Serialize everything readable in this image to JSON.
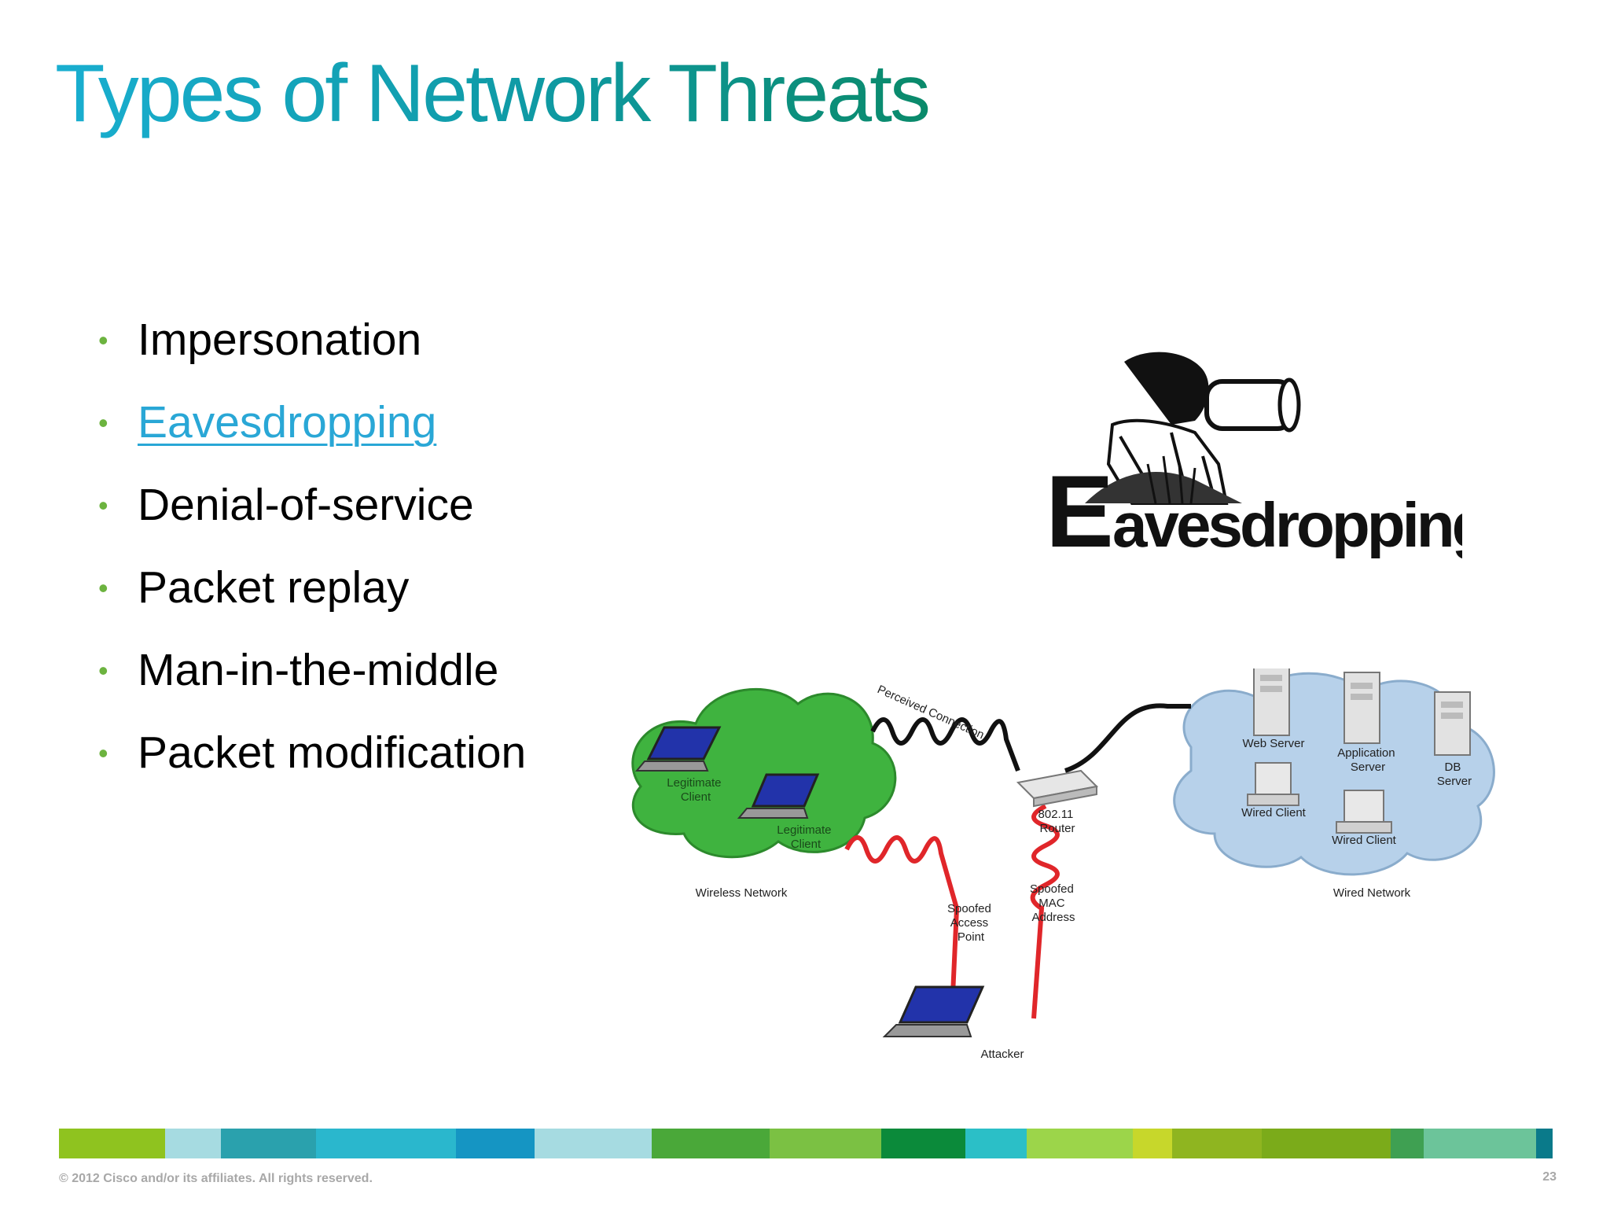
{
  "slide": {
    "title": "Types of Network Threats",
    "bullets": [
      {
        "label": "Impersonation",
        "link": false
      },
      {
        "label": "Eavesdropping",
        "link": true
      },
      {
        "label": "Denial-of-service",
        "link": false
      },
      {
        "label": "Packet replay",
        "link": false
      },
      {
        "label": "Man-in-the-middle",
        "link": false
      },
      {
        "label": "Packet modification",
        "link": false
      }
    ]
  },
  "eaves_graphic": {
    "word": "avesdropping",
    "initial": "E"
  },
  "diagram": {
    "perceived_connection": "Perceived Connection",
    "legit_client_1": [
      "Legitimate",
      "Client"
    ],
    "legit_client_2": [
      "Legitimate",
      "Client"
    ],
    "router": [
      "802.11",
      "Router"
    ],
    "web_server": "Web Server",
    "app_server": [
      "Application",
      "Server"
    ],
    "db_server": [
      "DB",
      "Server"
    ],
    "wired_client_1": "Wired Client",
    "wired_client_2": "Wired Client",
    "wireless_network": "Wireless Network",
    "wired_network": "Wired Network",
    "spoofed_ap": [
      "Spoofed",
      "Access",
      "Point"
    ],
    "spoofed_mac": [
      "Spoofed",
      "MAC",
      "Address"
    ],
    "attacker": "Attacker"
  },
  "footer": {
    "copyright": "© 2012 Cisco and/or its affiliates. All rights reserved.",
    "page_number": "23"
  },
  "colors": {
    "title_start": "#19aed0",
    "title_end": "#0a8a6a",
    "bullet": "#6cb33f",
    "link": "#29a7d6",
    "wireless_cloud": "#3fb33f",
    "wired_cloud": "#b7d1ea",
    "threat_wave": "#e0262a",
    "color_bar": [
      "#8fc31f",
      "#a6dbe1",
      "#2aa1ad",
      "#2ab7cd",
      "#1595c3",
      "#a6dbe1",
      "#4aa839",
      "#7bc143",
      "#0b8a3a",
      "#2bbfc7",
      "#9cd54a",
      "#c7d72b",
      "#8fb520",
      "#7bab1a",
      "#3fa052",
      "#6cc49a",
      "#0a7a8a"
    ]
  }
}
